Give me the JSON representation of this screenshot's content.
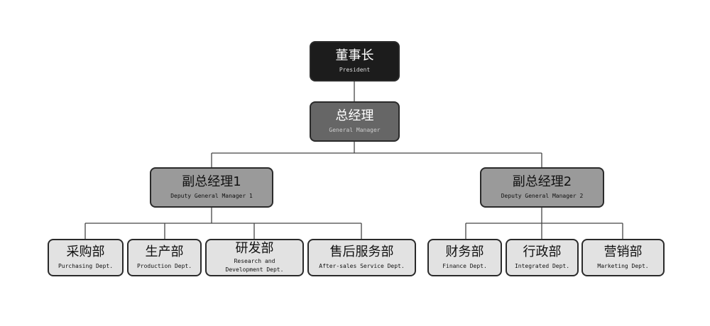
{
  "colors": {
    "president": "#1c1c1c",
    "general_manager": "#666666",
    "deputy": "#9a9a9a",
    "department": "#e2e2e2",
    "line": "#444444"
  },
  "president": {
    "zh": "董事长",
    "en": "President"
  },
  "general_manager": {
    "zh": "总经理",
    "en": "General Manager"
  },
  "deputies": [
    {
      "zh": "副总经理1",
      "en": "Deputy General Manager 1"
    },
    {
      "zh": "副总经理2",
      "en": "Deputy General Manager 2"
    }
  ],
  "departments": [
    {
      "zh": "采购部",
      "en": "Purchasing Dept."
    },
    {
      "zh": "生产部",
      "en": "Production Dept."
    },
    {
      "zh": "研发部",
      "en": "Research and Development Dept."
    },
    {
      "zh": "售后服务部",
      "en": "After-sales Service Dept."
    },
    {
      "zh": "财务部",
      "en": "Finance Dept."
    },
    {
      "zh": "行政部",
      "en": "Integrated Dept."
    },
    {
      "zh": "营销部",
      "en": "Marketing Dept."
    }
  ]
}
